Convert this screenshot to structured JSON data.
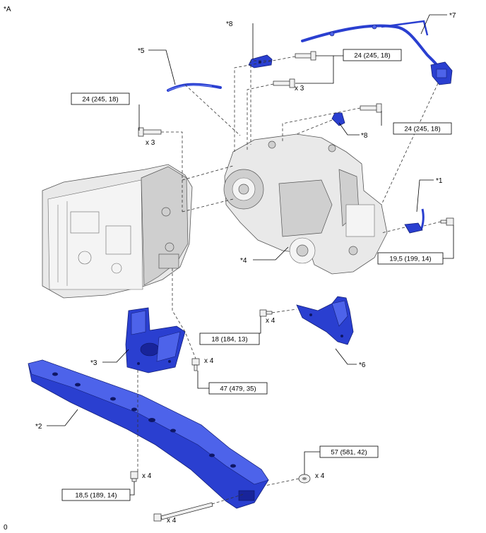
{
  "figure_id": "*A",
  "corner_code": "0",
  "callouts": {
    "c1": "*1",
    "c2": "*2",
    "c3": "*3",
    "c4": "*4",
    "c5": "*5",
    "c6": "*6",
    "c7": "*7",
    "c8_top": "*8",
    "c8_mid": "*8"
  },
  "torques": {
    "t_top_right": "24 (245, 18)",
    "t_left": "24 (245, 18)",
    "t_mid_right": "24 (245, 18)",
    "t_sensor": "19,5 (199, 14)",
    "t_bracket6": "18 (184, 13)",
    "t_mount3": "47 (479, 35)",
    "t_crossmember_front": "57 (581, 42)",
    "t_crossmember_left": "18,5 (189, 14)"
  },
  "quantities": {
    "q_top_bolts": "x 3",
    "q_left_bolts": "x 3",
    "q_bracket6": "x 4",
    "q_mount3": "x 4",
    "q_nut_right": "x 4",
    "q_nut_left": "x 4",
    "q_long_bolt": "x 4"
  },
  "colors": {
    "highlight_part": "#2a3fd0",
    "housing": "#e9e9e9",
    "line": "#000000"
  }
}
